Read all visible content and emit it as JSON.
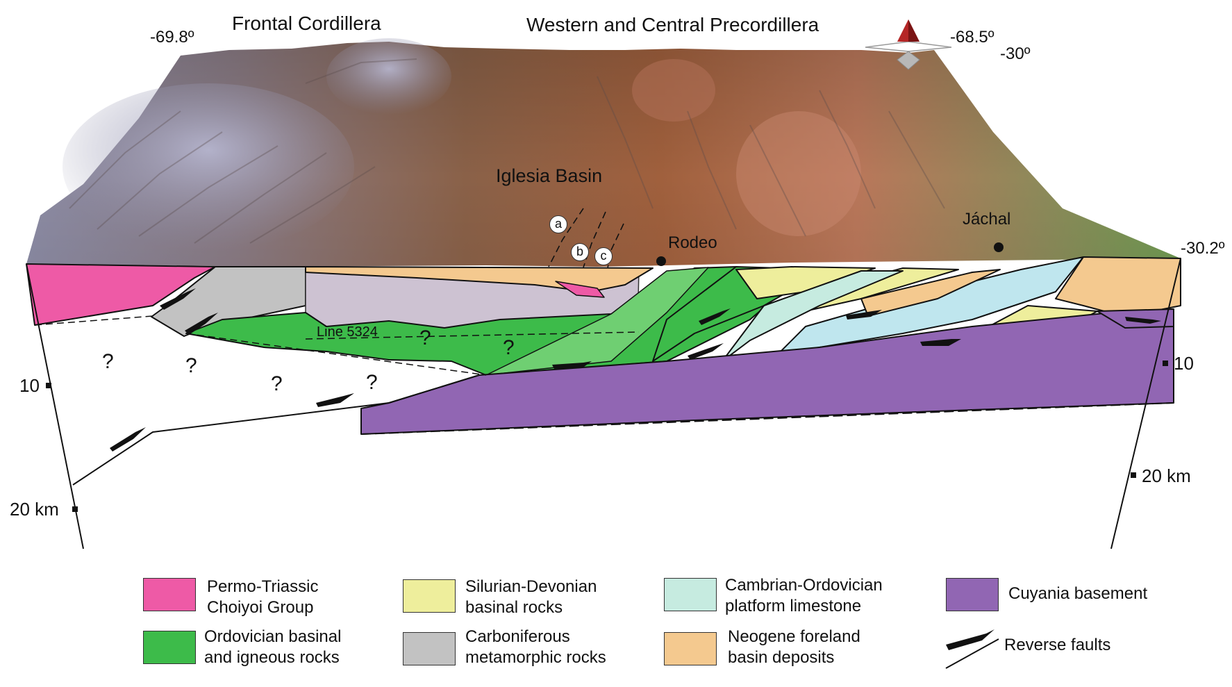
{
  "regions": {
    "frontal": "Frontal Cordillera",
    "precordillera": "Western and Central Precordillera",
    "basin": "Iglesia Basin"
  },
  "coords": {
    "west_lon": "-69.8º",
    "east_lon": "-68.5º",
    "north_lat": "-30º",
    "south_lat": "-30.2º"
  },
  "places": {
    "rodeo": "Rodeo",
    "jachal": "Jáchal"
  },
  "faults": {
    "a": "a",
    "b": "b",
    "c": "c"
  },
  "seismic_line": "Line 5324",
  "unknown_mark": "?",
  "depth": {
    "left_10": "10",
    "left_20": "20 km",
    "right_10": "10",
    "right_20": "20 km"
  },
  "legend": [
    {
      "line1": "Permo-Triassic",
      "line2": "Choiyoi Group",
      "color": "#ee5aa6"
    },
    {
      "line1": "Ordovician basinal",
      "line2": "and igneous rocks",
      "color": "#3dbb4a"
    },
    {
      "line1": "Silurian-Devonian",
      "line2": "basinal rocks",
      "color": "#eeee9c"
    },
    {
      "line1": "Carboniferous",
      "line2": "metamorphic rocks",
      "color": "#c2c2c2"
    },
    {
      "line1": "Cambrian-Ordovician",
      "line2": "platform limestone",
      "color": "#c6ebe0"
    },
    {
      "line1": "Neogene foreland",
      "line2": "basin deposits",
      "color": "#f4c98f"
    },
    {
      "line1": "Cuyania basement",
      "line2": "",
      "color": "#9166b3"
    },
    {
      "line1": "Reverse faults",
      "line2": ""
    }
  ]
}
